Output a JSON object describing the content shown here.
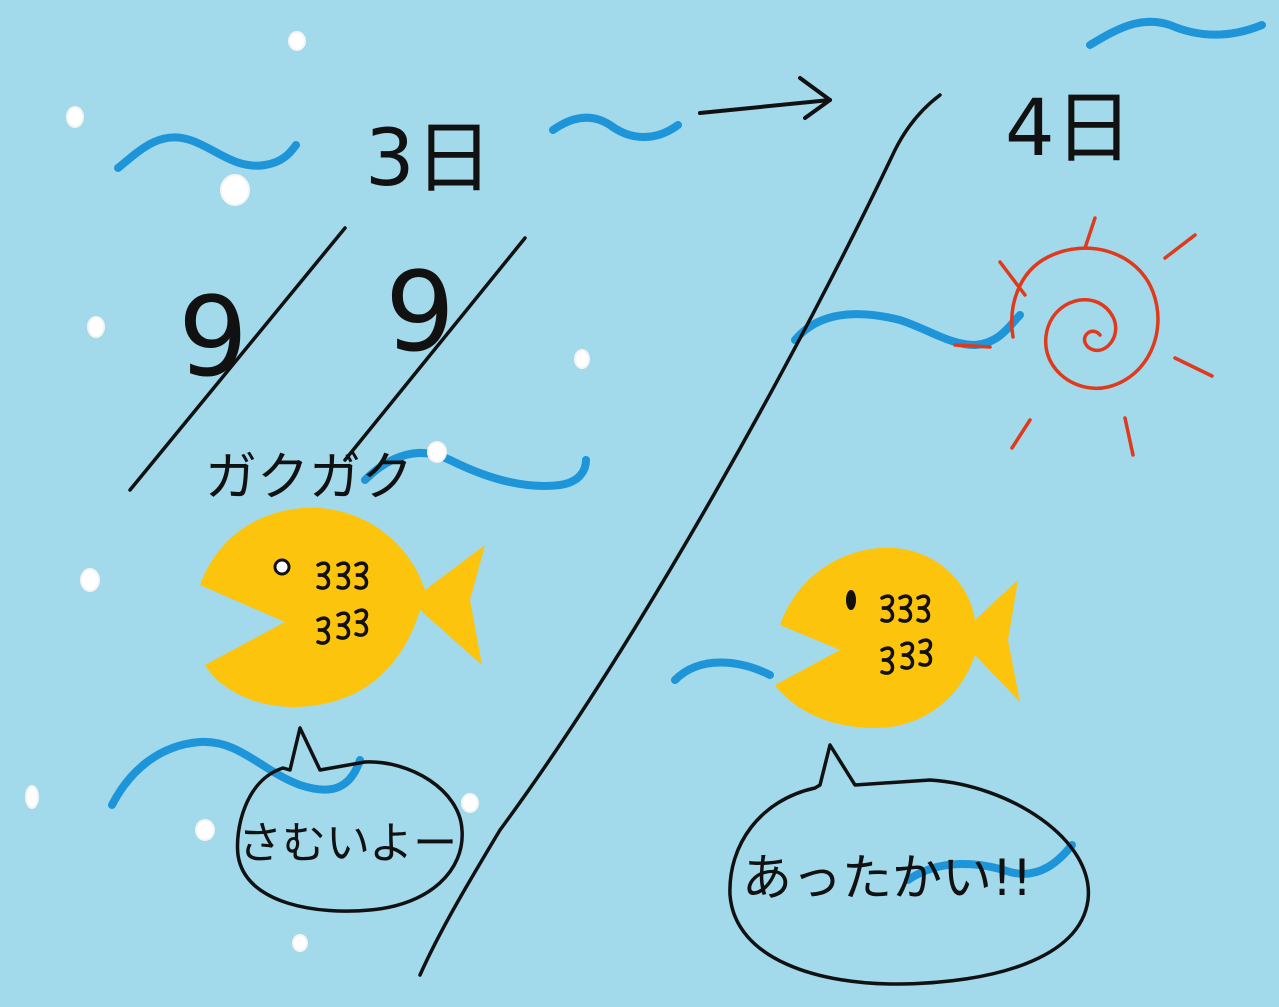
{
  "colors": {
    "background": "#a2d9eb",
    "water_wave": "#1e95d8",
    "fish_body": "#fcc40c",
    "sun": "#e03a1c",
    "ink": "#111111",
    "snow": "#ffffff"
  },
  "left_panel": {
    "date_label": "3日",
    "temperature_digits": [
      "9",
      "9"
    ],
    "shiver_text": "ガクガク",
    "speech_text": "さむいよー"
  },
  "arrow_symbol": "→",
  "right_panel": {
    "date_label": "4日",
    "speech_text": "あったかい!!"
  },
  "icons": [
    "snowflake-icon",
    "sun-icon",
    "fish-icon",
    "arrow-icon",
    "speech-bubble-icon"
  ]
}
